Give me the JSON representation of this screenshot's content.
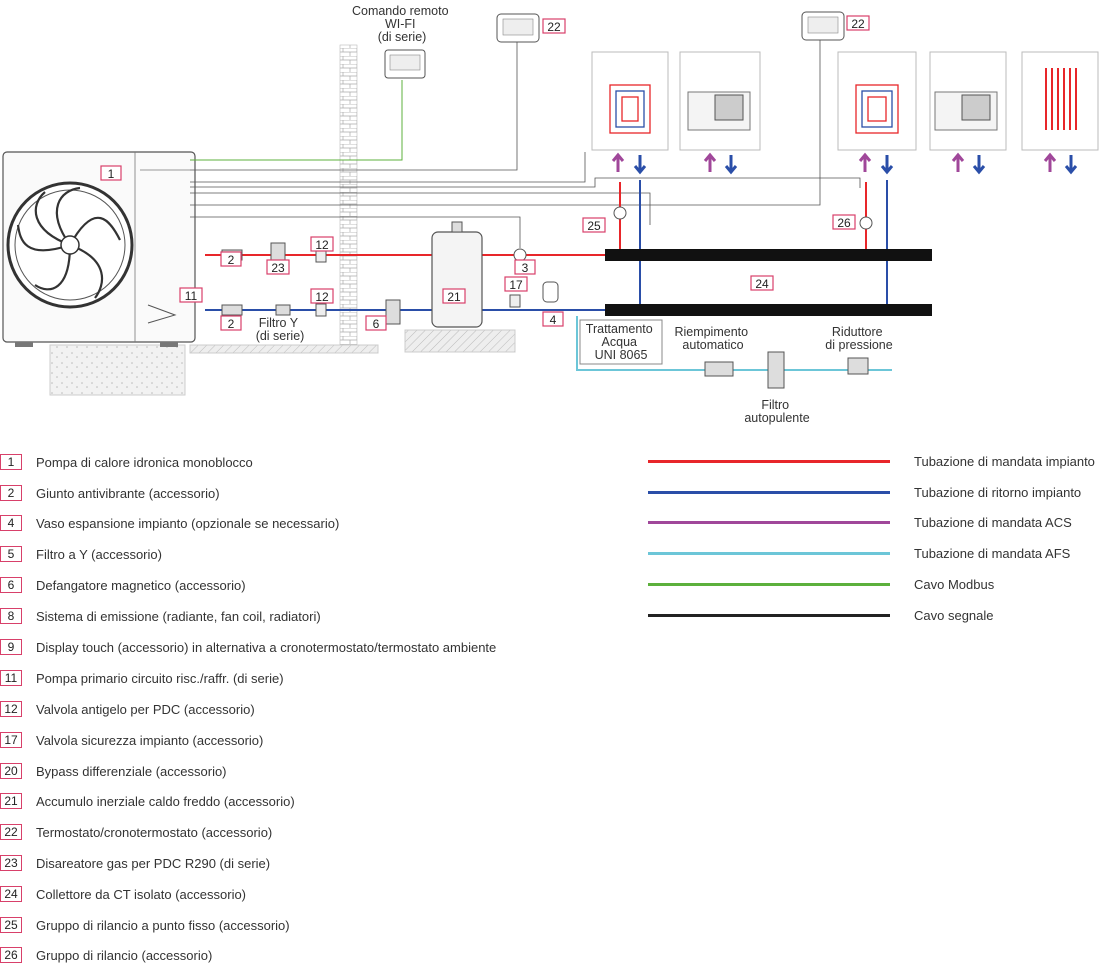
{
  "diagram": {
    "labels": {
      "remote": [
        "Comando remoto",
        "WI-FI",
        "(di serie)"
      ],
      "filtro_y": [
        "Filtro Y",
        "(di serie)"
      ],
      "trattamento": [
        "Trattamento",
        "Acqua",
        "UNI 8065"
      ],
      "riempimento": [
        "Riempimento",
        "automatico"
      ],
      "riduttore": [
        "Riduttore",
        "di pressione"
      ],
      "filtro_auto": [
        "Filtro",
        "autopulente"
      ]
    },
    "badges": {
      "b1": "1",
      "b2a": "2",
      "b2b": "2",
      "b3": "3",
      "b4": "4",
      "b6": "6",
      "b11": "11",
      "b12a": "12",
      "b12b": "12",
      "b17": "17",
      "b21": "21",
      "b22a": "22",
      "b22b": "22",
      "b23": "23",
      "b24": "24",
      "b25": "25",
      "b26": "26"
    },
    "colors": {
      "mandata_impianto": "#e8262a",
      "ritorno_impianto": "#2a4ea8",
      "mandata_acs": "#a0479a",
      "mandata_afs": "#6cc6d8",
      "modbus": "#5cb03c",
      "segnale": "#222222",
      "accent": "#d8406a"
    }
  },
  "legend": [
    {
      "num": "1",
      "text": "Pompa di calore idronica monoblocco"
    },
    {
      "num": "2",
      "text": "Giunto antivibrante (accessorio)"
    },
    {
      "num": "4",
      "text": "Vaso espansione impianto (opzionale se necessario)"
    },
    {
      "num": "5",
      "text": "Filtro a Y (accessorio)"
    },
    {
      "num": "6",
      "text": "Defangatore magnetico (accessorio)"
    },
    {
      "num": "8",
      "text": "Sistema di emissione (radiante, fan coil, radiatori)"
    },
    {
      "num": "9",
      "text": "Display touch (accessorio) in alternativa a cronotermostato/termostato ambiente"
    },
    {
      "num": "11",
      "text": "Pompa primario circuito risc./raffr. (di serie)"
    },
    {
      "num": "12",
      "text": "Valvola antigelo per PDC (accessorio)"
    },
    {
      "num": "17",
      "text": "Valvola sicurezza impianto (accessorio)"
    },
    {
      "num": "20",
      "text": "Bypass differenziale (accessorio)"
    },
    {
      "num": "21",
      "text": "Accumulo inerziale caldo freddo (accessorio)"
    },
    {
      "num": "22",
      "text": "Termostato/cronotermostato (accessorio)"
    },
    {
      "num": "23",
      "text": "Disareatore gas per PDC R290 (di serie)"
    },
    {
      "num": "24",
      "text": "Collettore da CT isolato (accessorio)"
    },
    {
      "num": "25",
      "text": "Gruppo di rilancio a punto fisso (accessorio)"
    },
    {
      "num": "26",
      "text": "Gruppo di rilancio (accessorio)"
    }
  ],
  "pipes": [
    {
      "label": "Tubazione di mandata impianto",
      "color": "#e8262a"
    },
    {
      "label": "Tubazione di ritorno impianto",
      "color": "#2a4ea8"
    },
    {
      "label": "Tubazione di mandata ACS",
      "color": "#a0479a"
    },
    {
      "label": "Tubazione di mandata AFS",
      "color": "#6cc6d8"
    },
    {
      "label": "Cavo Modbus",
      "color": "#5cb03c"
    },
    {
      "label": "Cavo segnale",
      "color": "#222222"
    }
  ]
}
